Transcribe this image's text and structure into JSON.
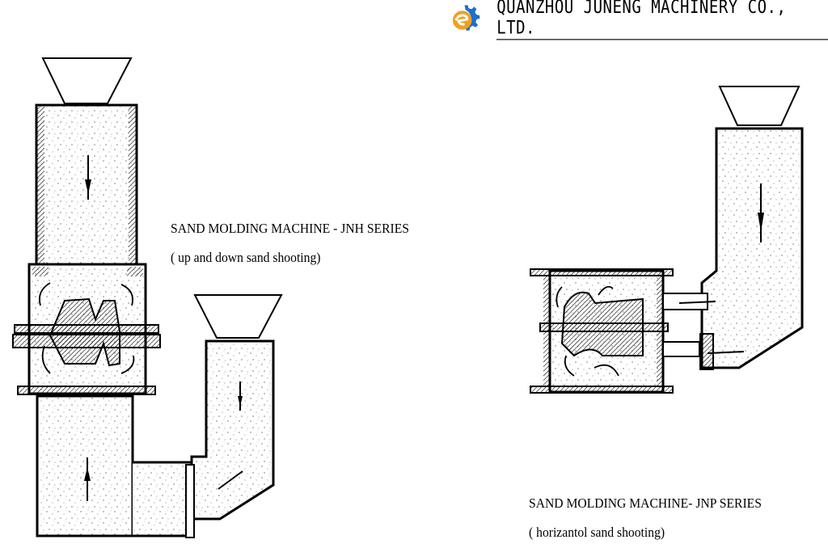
{
  "header": {
    "company_name": "QUANZHOU JUNENG MACHINERY CO., LTD.",
    "logo_icon": "gear-e-logo-icon",
    "logo_colors": {
      "gear": "#1e6fd0",
      "letter": "#f0a020"
    }
  },
  "diagrams": [
    {
      "id": "jnh",
      "title": "SAND MOLDING MACHINE - JNH SERIES",
      "subtitle": "( up and down sand shooting)",
      "flow": "vertical"
    },
    {
      "id": "jnp",
      "title": "SAND MOLDING MACHINE- JNP SERIES",
      "subtitle": "( horizantol sand shooting)",
      "flow": "horizontal"
    }
  ]
}
